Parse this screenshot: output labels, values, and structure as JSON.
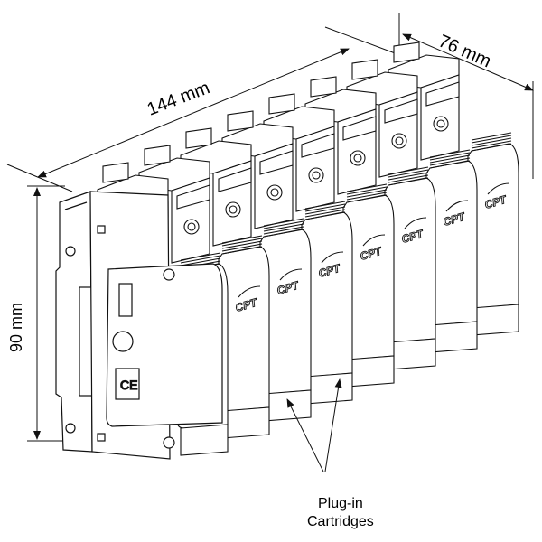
{
  "dimensions": {
    "length": "144 mm",
    "depth": "76 mm",
    "height": "90 mm"
  },
  "callout": {
    "line1": "Plug-in",
    "line2": "Cartridges"
  },
  "cartridge_logo": "CPT",
  "ce_mark": "CE",
  "module_count": 8,
  "colors": {
    "line": "#111111",
    "background": "#ffffff"
  }
}
